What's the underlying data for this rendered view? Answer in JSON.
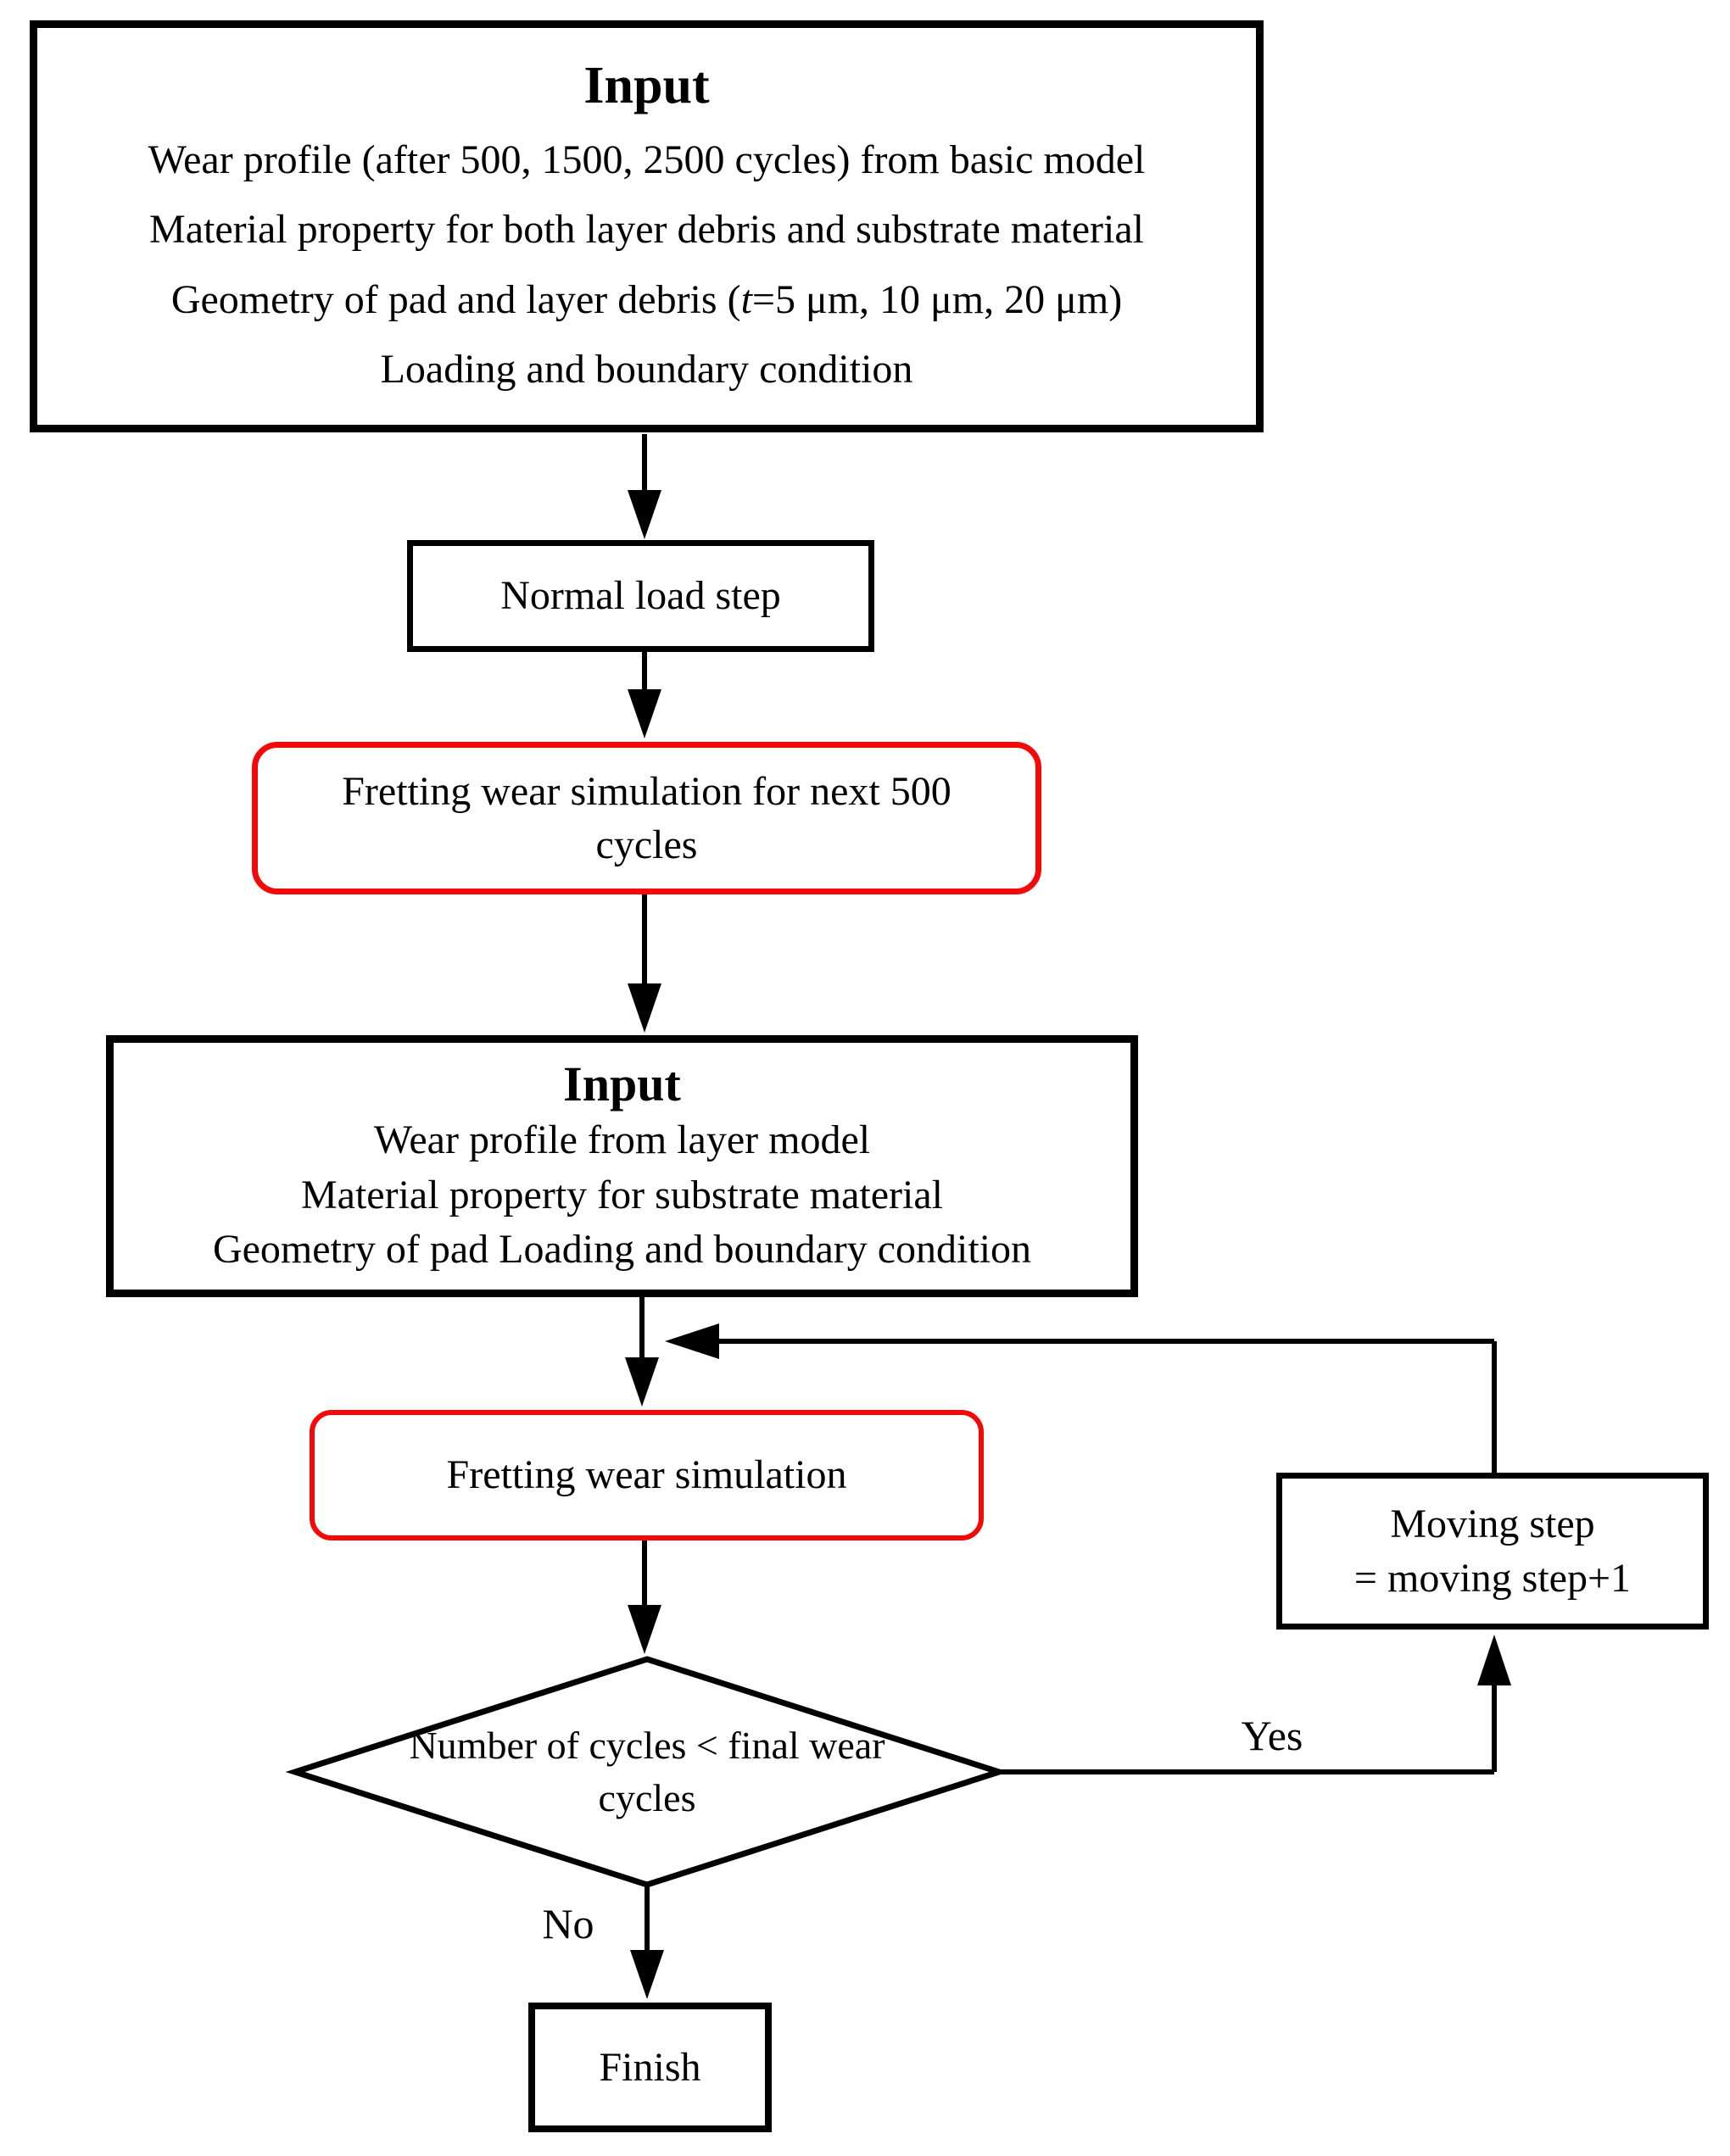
{
  "palette": {
    "ink": "#000000",
    "accent_red": "#f50808",
    "background": "#ffffff"
  },
  "flowchart": {
    "input1": {
      "title": "Input",
      "line1": "Wear profile (after 500, 1500, 2500 cycles) from basic model",
      "line2": "Material property for both layer debris and substrate material",
      "line3_prefix": "Geometry of pad and layer debris (",
      "line3_var": "t",
      "line3_suffix": "=5 μm, 10 μm, 20 μm)",
      "line4": "Loading and boundary condition"
    },
    "normal_load": {
      "label": "Normal load step"
    },
    "fretting1": {
      "line1": "Fretting wear simulation for next 500",
      "line2": "cycles"
    },
    "input2": {
      "title": "Input",
      "line1": "Wear profile from layer model",
      "line2": "Material property for substrate material",
      "line3": "Geometry of pad Loading and boundary condition"
    },
    "fretting2": {
      "label": "Fretting wear simulation"
    },
    "decision": {
      "line1": "Number of cycles < final wear",
      "line2": "cycles"
    },
    "moving_step": {
      "line1": "Moving step",
      "line2": "= moving step+1"
    },
    "finish": {
      "label": "Finish"
    },
    "edges": {
      "yes_label": "Yes",
      "no_label": "No"
    }
  }
}
